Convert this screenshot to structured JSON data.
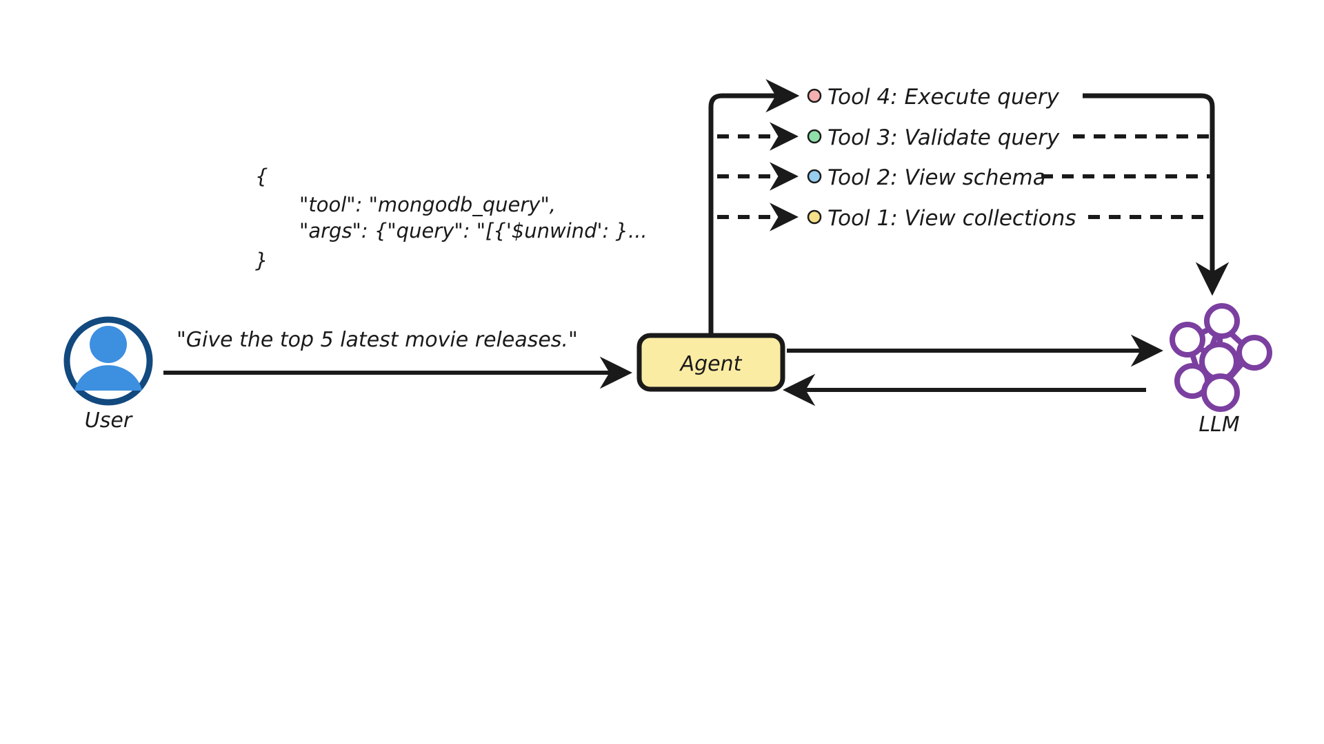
{
  "diagram": {
    "title": "Agent tool-calling flow",
    "nodes": {
      "user": {
        "label": "User",
        "icon": "user-avatar-icon",
        "ring_color": "#12497e",
        "fill_color": "#3d8fe0"
      },
      "agent": {
        "label": "Agent",
        "fill_color": "#fbeca4",
        "stroke_color": "#1a1a1a"
      },
      "llm": {
        "label": "LLM",
        "icon": "neural-network-icon",
        "color": "#7b3fa0"
      }
    },
    "messages": {
      "user_request": "\"Give the top 5 latest movie releases.\"",
      "tool_call_json": {
        "open_brace": "{",
        "line_tool": "\"tool\": \"mongodb_query\",",
        "line_args": "\"args\": {\"query\": \"[{'$unwind': }...",
        "close_brace": "}"
      }
    },
    "tools": [
      {
        "id": "tool-4",
        "label": "Tool 4: Execute query",
        "bullet_color": "#f4b0b0",
        "line_style": "solid"
      },
      {
        "id": "tool-3",
        "label": "Tool 3: Validate query",
        "bullet_color": "#8fe0a8",
        "line_style": "dashed"
      },
      {
        "id": "tool-2",
        "label": "Tool 2: View schema",
        "bullet_color": "#96cdf0",
        "line_style": "dashed"
      },
      {
        "id": "tool-1",
        "label": "Tool 1: View collections",
        "bullet_color": "#f7e08a",
        "line_style": "dashed"
      }
    ],
    "edges": {
      "user_to_agent": "solid-arrow-right",
      "agent_to_llm": "solid-arrow-right",
      "llm_to_agent": "solid-arrow-left",
      "agent_to_tools": "solid-arrow-up-right",
      "tools_to_llm": "solid-arrow-down"
    }
  }
}
